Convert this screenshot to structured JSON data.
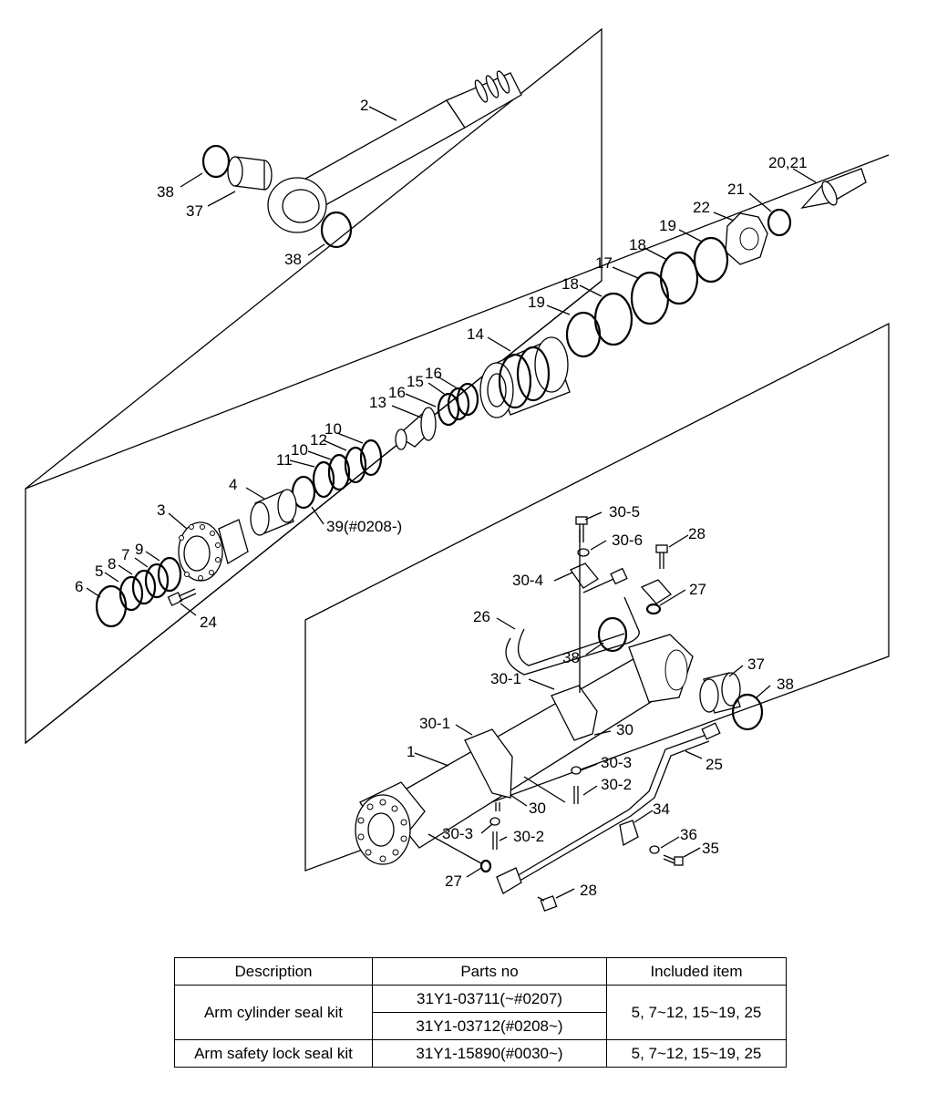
{
  "diagram": {
    "callouts": [
      {
        "id": "2",
        "text": "2"
      },
      {
        "id": "38a",
        "text": "38"
      },
      {
        "id": "37a",
        "text": "37"
      },
      {
        "id": "38b",
        "text": "38"
      },
      {
        "id": "2021",
        "text": "20,21"
      },
      {
        "id": "21",
        "text": "21"
      },
      {
        "id": "22",
        "text": "22"
      },
      {
        "id": "19a",
        "text": "19"
      },
      {
        "id": "18a",
        "text": "18"
      },
      {
        "id": "17",
        "text": "17"
      },
      {
        "id": "18b",
        "text": "18"
      },
      {
        "id": "19b",
        "text": "19"
      },
      {
        "id": "14",
        "text": "14"
      },
      {
        "id": "16a",
        "text": "16"
      },
      {
        "id": "15",
        "text": "15"
      },
      {
        "id": "16b",
        "text": "16"
      },
      {
        "id": "13",
        "text": "13"
      },
      {
        "id": "10a",
        "text": "10"
      },
      {
        "id": "12",
        "text": "12"
      },
      {
        "id": "10b",
        "text": "10"
      },
      {
        "id": "11",
        "text": "11"
      },
      {
        "id": "4",
        "text": "4"
      },
      {
        "id": "39",
        "text": "39(#0208-)"
      },
      {
        "id": "3",
        "text": "3"
      },
      {
        "id": "9",
        "text": "9"
      },
      {
        "id": "7",
        "text": "7"
      },
      {
        "id": "8",
        "text": "8"
      },
      {
        "id": "5",
        "text": "5"
      },
      {
        "id": "6",
        "text": "6"
      },
      {
        "id": "24",
        "text": "24"
      },
      {
        "id": "30-5",
        "text": "30-5"
      },
      {
        "id": "30-6",
        "text": "30-6"
      },
      {
        "id": "28a",
        "text": "28"
      },
      {
        "id": "30-4",
        "text": "30-4"
      },
      {
        "id": "27a",
        "text": "27"
      },
      {
        "id": "26",
        "text": "26"
      },
      {
        "id": "38c",
        "text": "38"
      },
      {
        "id": "30-1a",
        "text": "30-1"
      },
      {
        "id": "37b",
        "text": "37"
      },
      {
        "id": "38d",
        "text": "38"
      },
      {
        "id": "30-1b",
        "text": "30-1"
      },
      {
        "id": "30a",
        "text": "30"
      },
      {
        "id": "1",
        "text": "1"
      },
      {
        "id": "30-3a",
        "text": "30-3"
      },
      {
        "id": "25",
        "text": "25"
      },
      {
        "id": "30-2a",
        "text": "30-2"
      },
      {
        "id": "30b",
        "text": "30"
      },
      {
        "id": "34",
        "text": "34"
      },
      {
        "id": "30-3b",
        "text": "30-3"
      },
      {
        "id": "30-2b",
        "text": "30-2"
      },
      {
        "id": "36",
        "text": "36"
      },
      {
        "id": "35",
        "text": "35"
      },
      {
        "id": "27b",
        "text": "27"
      },
      {
        "id": "28b",
        "text": "28"
      }
    ]
  },
  "table": {
    "headers": [
      "Description",
      "Parts no",
      "Included item"
    ],
    "rows": [
      {
        "description": "Arm cylinder seal kit",
        "parts": [
          "31Y1-03711(~#0207)",
          "31Y1-03712(#0208~)"
        ],
        "included": "5, 7~12, 15~19, 25"
      },
      {
        "description": "Arm safety lock seal kit",
        "parts": [
          "31Y1-15890(#0030~)"
        ],
        "included": "5, 7~12, 15~19, 25"
      }
    ]
  }
}
